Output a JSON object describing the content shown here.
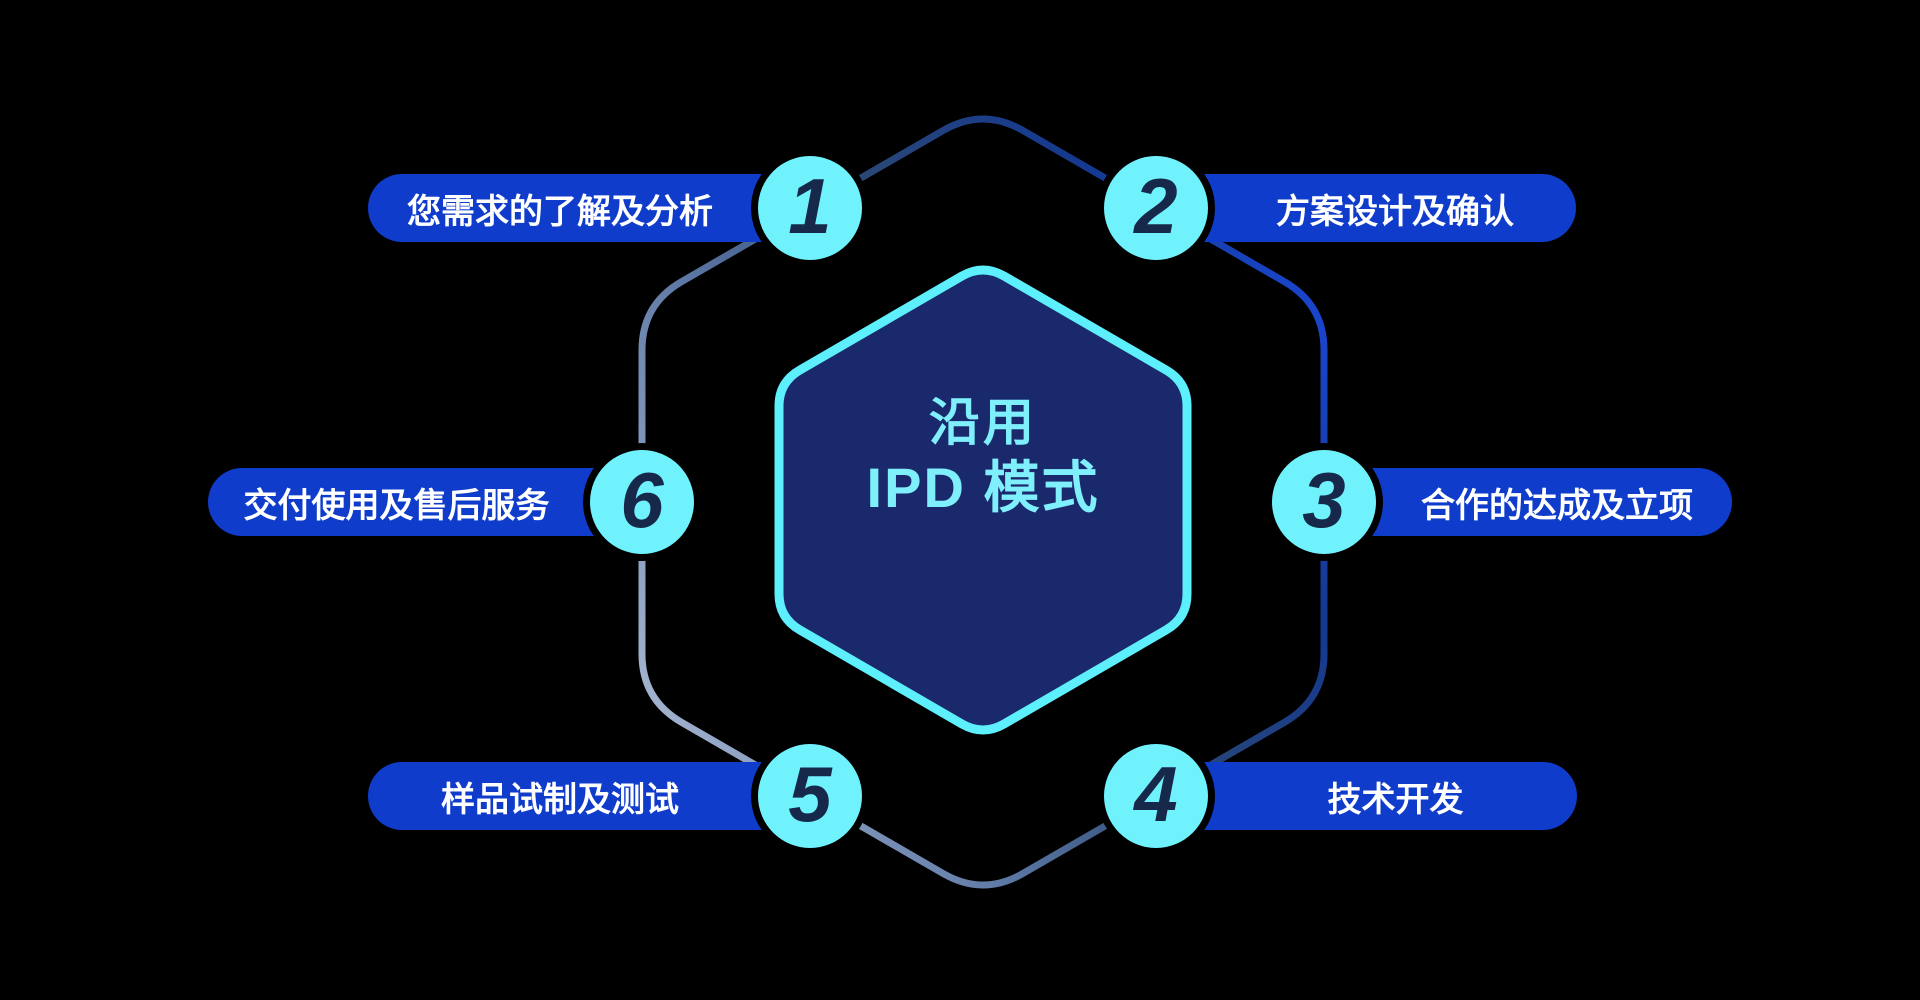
{
  "center_hexagon": {
    "line1": "沿用",
    "line2": "IPD 模式"
  },
  "steps": [
    {
      "number": "1",
      "label": "您需求的了解及分析",
      "side": "left"
    },
    {
      "number": "2",
      "label": "方案设计及确认",
      "side": "right"
    },
    {
      "number": "3",
      "label": "合作的达成及立项",
      "side": "right"
    },
    {
      "number": "4",
      "label": "技术开发",
      "side": "right"
    },
    {
      "number": "5",
      "label": "样品试制及测试",
      "side": "left"
    },
    {
      "number": "6",
      "label": "交付使用及售后服务",
      "side": "left"
    }
  ],
  "colors": {
    "background": "#000000",
    "pill_blue": "#0F3CCB",
    "pill_text": "#FFFFFF",
    "badge_cyan": "#70F2FD",
    "badge_number_navy": "#16294A",
    "center_hexagon_fill": "#1A296C",
    "center_hexagon_border": "#5EEFFC",
    "center_text_cyan": "#7FEFFB",
    "outline_gradient_light": "#A8B7D2",
    "outline_gradient_steel": "#5E79A5",
    "outline_gradient_dark": "#2B4875",
    "outline_gradient_blue": "#1A47D6"
  }
}
